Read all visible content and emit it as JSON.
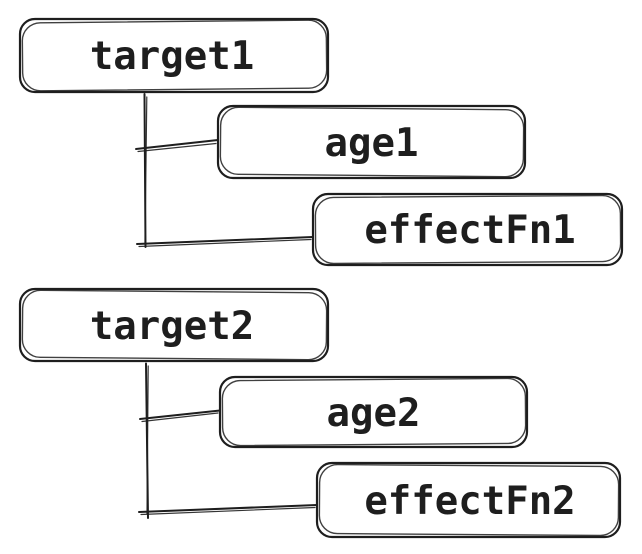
{
  "diagram": {
    "background_color": "#ffffff",
    "stroke_color": "#1e1e1e",
    "text_color": "#1e1e1e",
    "style": "hand-drawn",
    "trees": [
      {
        "root": {
          "label": "target1"
        },
        "children": [
          {
            "label": "age1"
          },
          {
            "label": "effectFn1"
          }
        ]
      },
      {
        "root": {
          "label": "target2"
        },
        "children": [
          {
            "label": "age2"
          },
          {
            "label": "effectFn2"
          }
        ]
      }
    ]
  }
}
